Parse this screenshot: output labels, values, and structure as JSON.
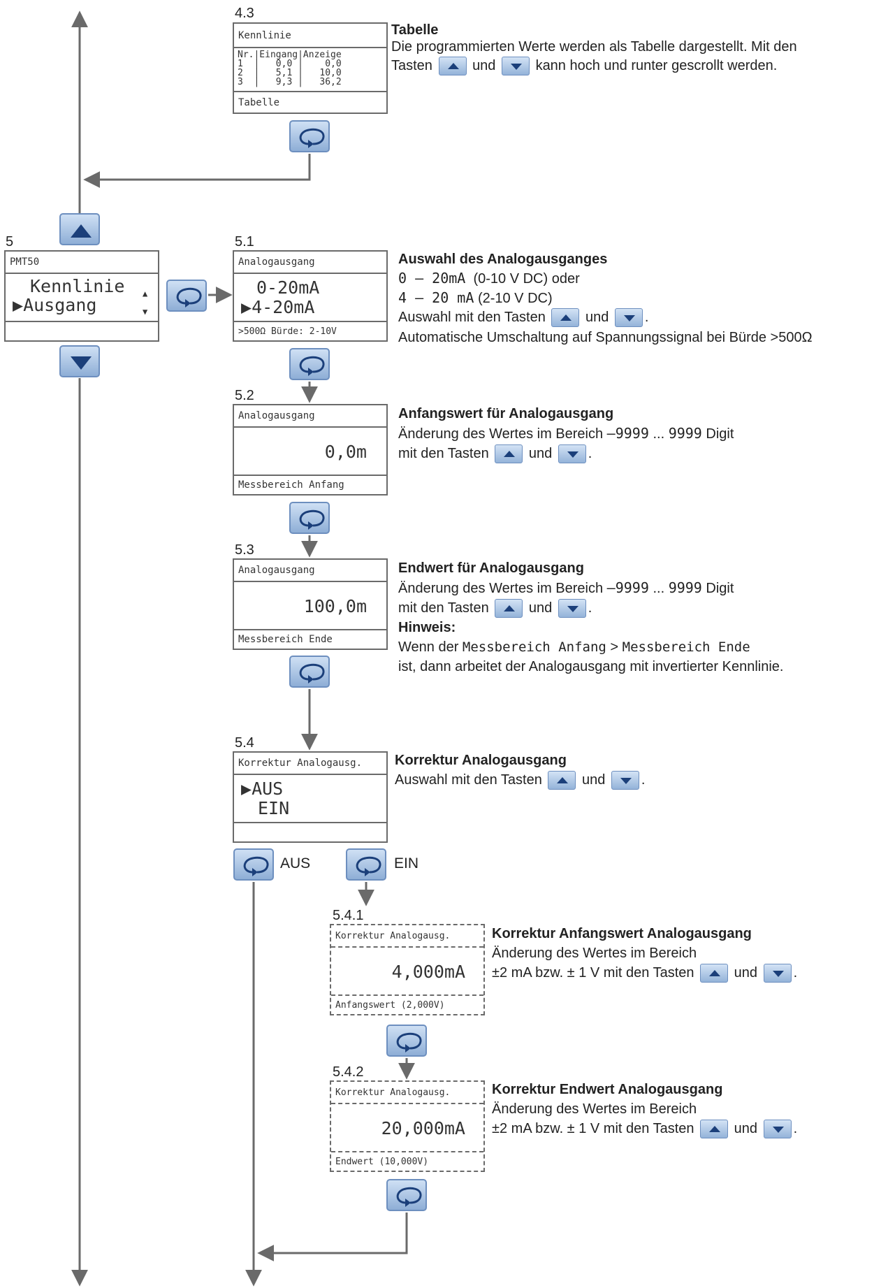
{
  "labels": {
    "s4_3": "4.3",
    "s5": "5",
    "s5_1": "5.1",
    "s5_2": "5.2",
    "s5_3": "5.3",
    "s5_4": "5.4",
    "s5_4_1": "5.4.1",
    "s5_4_2": "5.4.2",
    "aus": "AUS",
    "ein": "EIN"
  },
  "lcd_4_3": {
    "header": "Kennlinie",
    "table_head": "Nr.|Eingang|Anzeige",
    "rows": [
      "1  |   0,0 |    0,0",
      "2  |   5,1 |   10,0",
      "3  |   9,3 |   36,2"
    ],
    "footer": "Tabelle"
  },
  "lcd_5": {
    "header": "PMT50",
    "line1": "Kennlinie",
    "line2": "Ausgang",
    "marker": "▶",
    "scroll_up": "▲",
    "scroll_down": "▼"
  },
  "lcd_5_1": {
    "header": "Analogausgang",
    "line1": "0-20mA",
    "line2": "4-20mA",
    "marker": "▶",
    "footer": ">500Ω Bürde: 2-10V"
  },
  "lcd_5_2": {
    "header": "Analogausgang",
    "value": "0,0m",
    "footer": "Messbereich Anfang"
  },
  "lcd_5_3": {
    "header": "Analogausgang",
    "value": "100,0m",
    "footer": "Messbereich Ende"
  },
  "lcd_5_4": {
    "header": "Korrektur Analogausg.",
    "line1": "AUS",
    "line2": "EIN",
    "marker": "▶"
  },
  "lcd_5_4_1": {
    "header": "Korrektur Analogausg.",
    "value": "4,000mA",
    "footer": "Anfangswert (2,000V)"
  },
  "lcd_5_4_2": {
    "header": "Korrektur Analogausg.",
    "value": "20,000mA",
    "footer": "Endwert (10,000V)"
  },
  "desc_4_3": {
    "title": "Tabelle",
    "line1": "Die programmierten Werte werden als Tabelle dargestellt. Mit den",
    "line2a": "Tasten",
    "line2b": "und",
    "line2c": "kann hoch und runter gescrollt werden."
  },
  "desc_5_1": {
    "title": "Auswahl des Analogausganges",
    "opt1": "0 – 20mA",
    "opt1b": "(0-10 V DC) oder",
    "opt2": "4 – 20 mA",
    "opt2b": "(2-10 V DC)",
    "sel_a": "Auswahl mit den Tasten",
    "sel_b": "und",
    "sel_c": ".",
    "auto": "Automatische Umschaltung auf Spannungssignal bei Bürde >500Ω"
  },
  "desc_5_2": {
    "title": "Anfangswert für Analogausgang",
    "l1a": "Änderung des Wertes im Bereich",
    "l1b": "–9999",
    "l1c": "...",
    "l1d": "9999",
    "l1e": "Digit",
    "l2a": "mit den Tasten",
    "l2b": "und",
    "l2c": "."
  },
  "desc_5_3": {
    "title": "Endwert für Analogausgang",
    "l1a": "Änderung des Wertes im Bereich",
    "l1b": "–9999",
    "l1c": "...",
    "l1d": "9999",
    "l1e": "Digit",
    "l2a": "mit den Tasten",
    "l2b": "und",
    "l2c": ".",
    "hint": "Hinweis:",
    "h1a": "Wenn der",
    "h1b": "Messbereich Anfang",
    "h1c": ">",
    "h1d": "Messbereich Ende",
    "h2": "ist, dann arbeitet der Analogausgang mit invertierter Kennlinie."
  },
  "desc_5_4": {
    "title": "Korrektur Analogausgang",
    "l1a": "Auswahl mit den Tasten",
    "l1b": "und",
    "l1c": "."
  },
  "desc_5_4_1": {
    "title": "Korrektur Anfangswert Analogausgang",
    "l1": "Änderung des Wertes im Bereich",
    "l2a": "±2 mA bzw. ± 1 V mit den Tasten",
    "l2b": "und",
    "l2c": "."
  },
  "desc_5_4_2": {
    "title": "Korrektur Endwert Analogausgang",
    "l1": "Änderung des Wertes im Bereich",
    "l2a": "±2 mA bzw. ± 1 V mit den Tasten",
    "l2b": "und",
    "l2c": "."
  },
  "icons": {
    "enter": "enter-loop-icon",
    "up": "arrow-up-icon",
    "down": "arrow-down-icon"
  },
  "colors": {
    "key_top": "#cfe0f4",
    "key_bottom": "#8eaed6",
    "key_glyph": "#1b3f7a",
    "line": "#6a6a6a"
  }
}
